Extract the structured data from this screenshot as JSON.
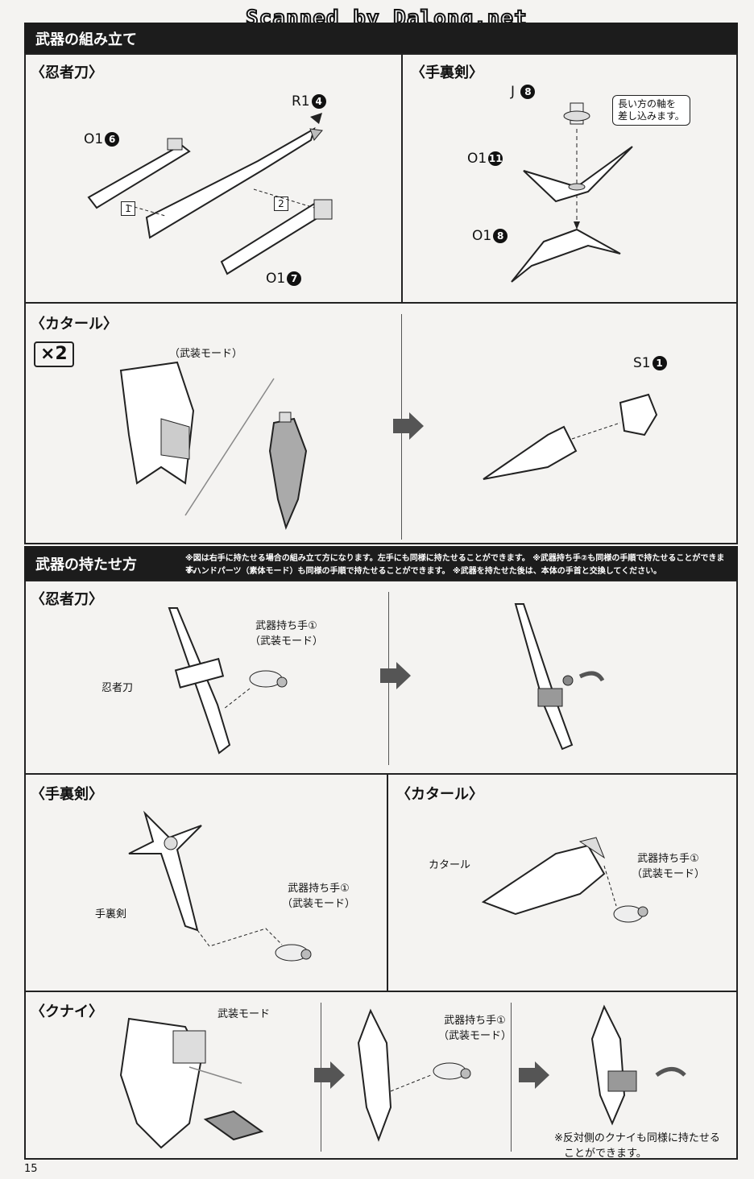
{
  "watermark": "Scanned by Dalong.net",
  "page_number": "15",
  "assembly": {
    "header": "武器の組み立て",
    "ninjato": {
      "title": "〈忍者刀〉",
      "parts": {
        "o1_6": "O1",
        "o1_6n": "6",
        "r1_4": "R1",
        "r1_4n": "4",
        "o1_7": "O1",
        "o1_7n": "7"
      },
      "steps": {
        "s1": "1",
        "s2": "2"
      }
    },
    "shuriken": {
      "title": "〈手裏剣〉",
      "parts": {
        "j8": "J",
        "j8n": "8",
        "o1_11": "O1",
        "o1_11n": "11",
        "o1_8": "O1",
        "o1_8n": "8"
      },
      "callout_line1": "長い方の軸を",
      "callout_line2": "差し込みます。"
    },
    "katar": {
      "title": "〈カタール〉",
      "multiplier": "×2",
      "mode_label": "（武装モード）",
      "part": "S1",
      "part_n": "1"
    }
  },
  "holding": {
    "header": "武器の持たせ方",
    "note_line1": "※図は右手に持たせる場合の組み立て方になります。左手にも同様に持たせることができます。 ※武器持ち手②も同様の手順で持たせることができます。",
    "note_line2": "※ハンドパーツ（素体モード）も同様の手順で持たせることができます。 ※武器を持たせた後は、本体の手首と交換してください。",
    "ninjato": {
      "title": "〈忍者刀〉",
      "hand_line1": "武器持ち手①",
      "hand_line2": "（武装モード）",
      "weapon_label": "忍者刀"
    },
    "shuriken": {
      "title": "〈手裏剣〉",
      "hand_line1": "武器持ち手①",
      "hand_line2": "（武装モード）",
      "weapon_label": "手裏剣"
    },
    "katar": {
      "title": "〈カタール〉",
      "hand_line1": "武器持ち手①",
      "hand_line2": "（武装モード）",
      "weapon_label": "カタール"
    },
    "kunai": {
      "title": "〈クナイ〉",
      "mode_label": "武装モード",
      "hand_line1": "武器持ち手①",
      "hand_line2": "（武装モード）",
      "note_line1": "※反対側のクナイも同様に持たせる",
      "note_line2": "ことができます。"
    }
  }
}
